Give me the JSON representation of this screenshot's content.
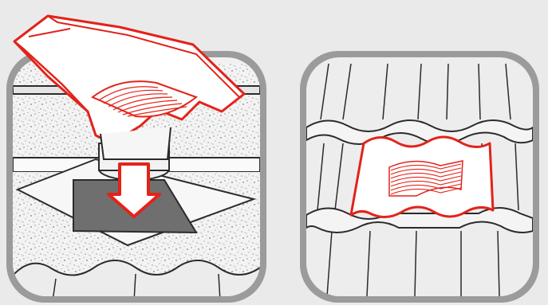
{
  "figure": {
    "panels": [
      {
        "id": "panel-1",
        "step": 1,
        "depicts": "roof-vent-tile-being-lowered-onto-flashing"
      },
      {
        "id": "panel-2",
        "step": 2,
        "depicts": "roof-vent-tile-installed-in-tile-row"
      }
    ],
    "icons": [
      "roof-vent-tile-icon",
      "down-arrow-icon",
      "flashing-plate-icon",
      "vent-grille-icon"
    ],
    "colors": {
      "background": "#eaeaea",
      "panel_frame": "#9b9b9b",
      "panel_fill": "#ededed",
      "highlight_red": "#e2231a",
      "outline": "#2b2b2b",
      "flashing_dark": "#6f6f6f",
      "flashing_light": "#f4f4f4"
    }
  }
}
